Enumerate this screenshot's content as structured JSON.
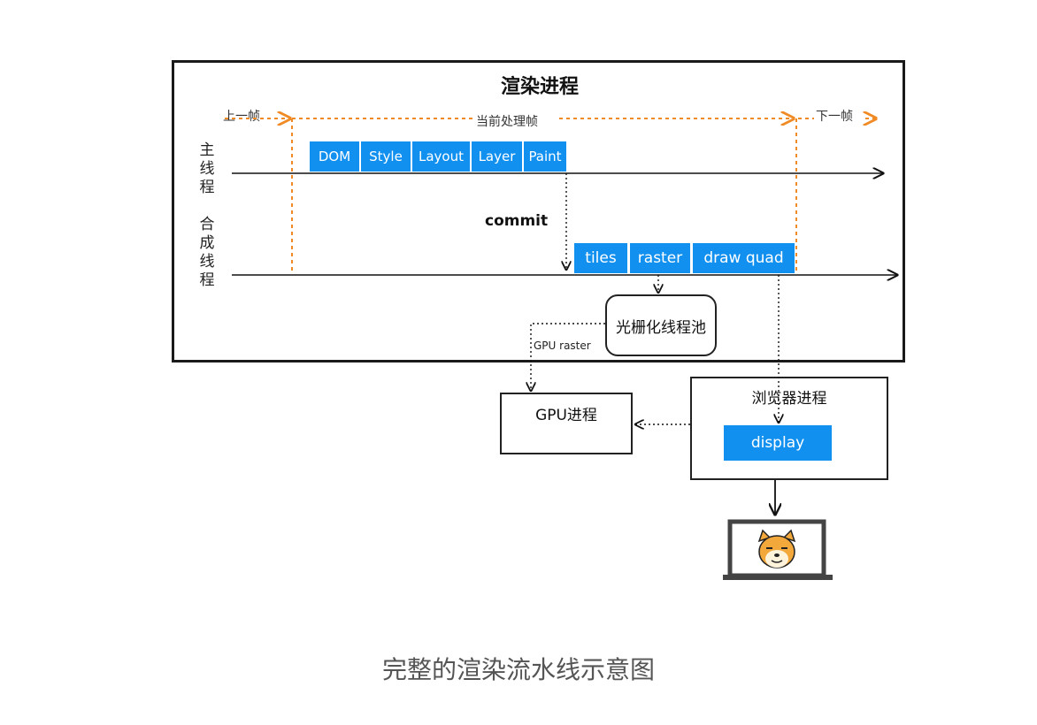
{
  "render_process": {
    "title": "渲染进程",
    "prev_frame": "上一帧",
    "current_frame": "当前处理帧",
    "next_frame": "下一帧",
    "main_thread_label": "主线程",
    "compositor_thread_label": "合成线程",
    "main_stages": [
      "DOM",
      "Style",
      "Layout",
      "Layer",
      "Paint"
    ],
    "commit_label": "commit",
    "compositor_stages": [
      "tiles",
      "raster",
      "draw quad"
    ],
    "raster_pool_label": "光栅化线程池",
    "gpu_raster_label": "GPU raster"
  },
  "gpu_process": {
    "title": "GPU进程"
  },
  "browser_process": {
    "title": "浏览器进程",
    "display_label": "display"
  },
  "caption": "完整的渲染流水线示意图",
  "icons": {
    "monitor": "laptop-monitor-icon",
    "dog": "shiba-dog-icon"
  },
  "colors": {
    "accent_blue": "#1190f0",
    "frame_orange": "#f08a24",
    "border": "#1a1a1a"
  }
}
